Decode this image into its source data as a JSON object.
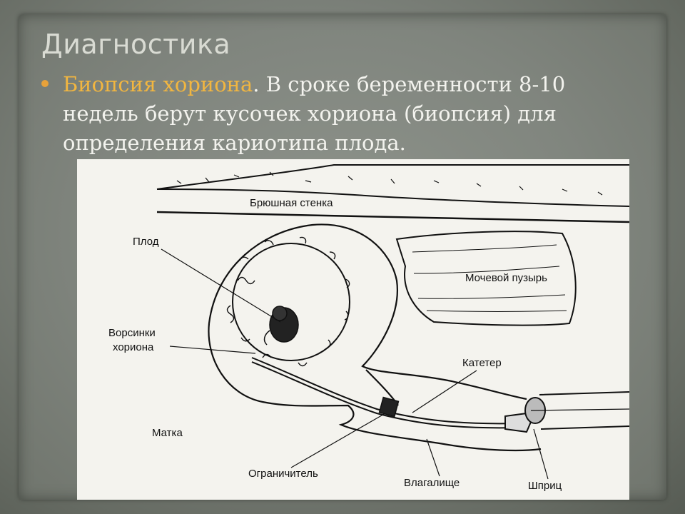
{
  "slide": {
    "title": "Диагностика",
    "bullet": {
      "term": "Биопсия хориона",
      "rest": ". В сроке беременности 8-10 недель берут кусочек хориона (биопсия) для определения кариотипа плода."
    }
  },
  "diagram": {
    "labels": {
      "abdominal_wall": "Брюшная стенка",
      "fetus": "Плод",
      "bladder": "Мочевой пузырь",
      "chorionic_villi_line1": "Ворсинки",
      "chorionic_villi_line2": "хориона",
      "catheter": "Катетер",
      "uterus": "Матка",
      "limiter": "Ограничитель",
      "vagina": "Влагалище",
      "syringe": "Шприц"
    }
  },
  "colors": {
    "background": "#5e6359",
    "title": "#d9dbd3",
    "text": "#f3f3ee",
    "accent": "#f2b640",
    "bullet": "#e8a23a"
  }
}
